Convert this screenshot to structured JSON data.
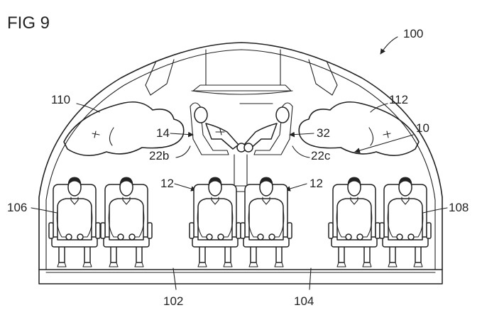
{
  "figure": {
    "title": "FIG 9",
    "labels": {
      "ref_100": "100",
      "ref_110": "110",
      "ref_112": "112",
      "ref_14": "14",
      "ref_32": "32",
      "ref_10": "10",
      "ref_22b": "22b",
      "ref_22c": "22c",
      "ref_12_left": "12",
      "ref_12_right": "12",
      "ref_106": "106",
      "ref_108": "108",
      "ref_102": "102",
      "ref_104": "104"
    }
  }
}
